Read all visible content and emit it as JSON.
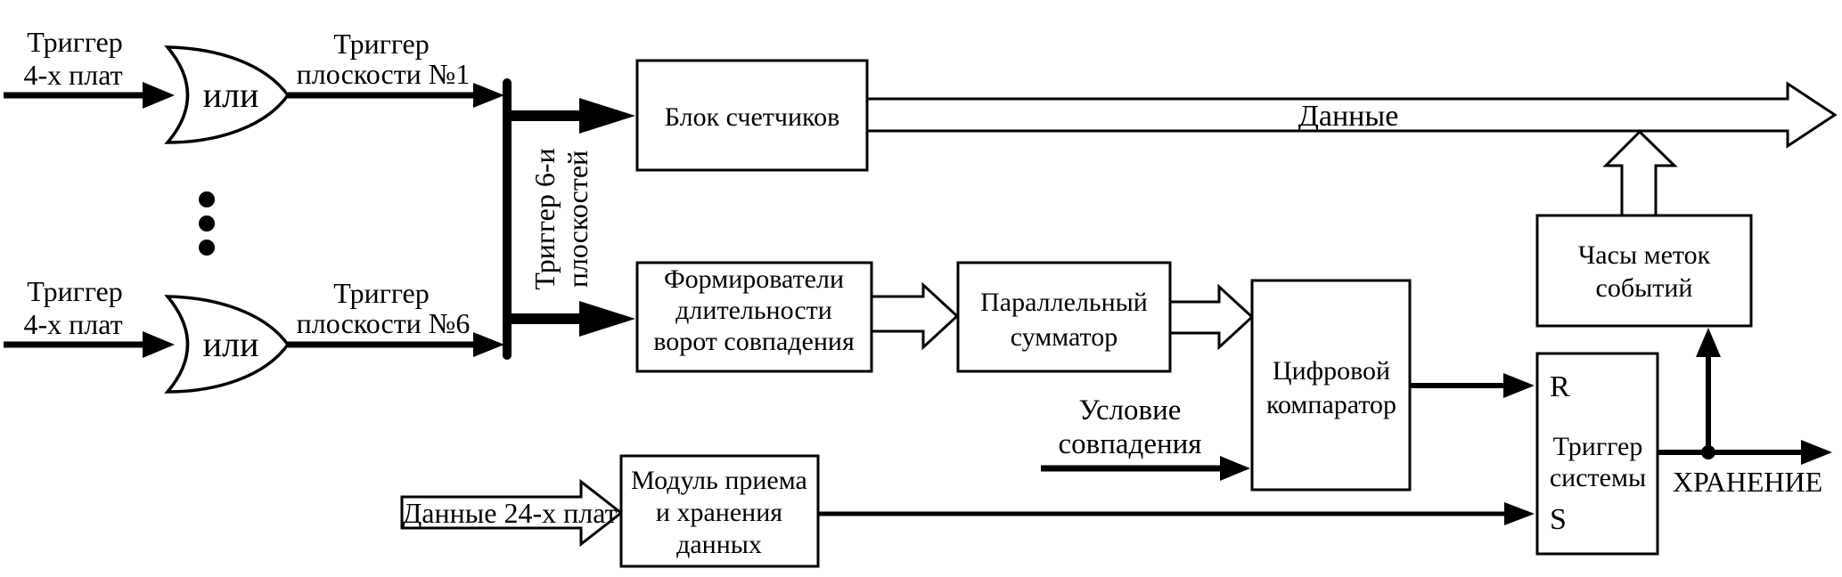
{
  "d": {
    "input_top": {
      "l1": "Триггер",
      "l2": "4-х плат"
    },
    "input_bottom": {
      "l1": "Триггер",
      "l2": "4-х плат"
    },
    "or_top": "или",
    "or_bottom": "или",
    "plane_top": {
      "l1": "Триггер",
      "l2": "плоскости №1"
    },
    "plane_bottom": {
      "l1": "Триггер",
      "l2": "плоскости №6"
    },
    "bus": {
      "l1": "Триггер 6-и",
      "l2": "плоскостей"
    },
    "counters": "Блок счетчиков",
    "data_bus": "Данные",
    "formers": {
      "l1": "Формирователи",
      "l2": "длительности",
      "l3": "ворот совпадения"
    },
    "adder": {
      "l1": "Параллельный",
      "l2": "сумматор"
    },
    "comparator": {
      "l1": "Цифровой",
      "l2": "компаратор"
    },
    "coincidence": {
      "l1": "Условие",
      "l2": "совпадения"
    },
    "clock": {
      "l1": "Часы меток",
      "l2": "событий"
    },
    "module": {
      "l1": "Модуль приема",
      "l2": "и хранения",
      "l3": "данных"
    },
    "data24": "Данные 24-х плат",
    "systrig": {
      "r": "R",
      "s": "S",
      "l1": "Триггер",
      "l2": "системы"
    },
    "storage": "ХРАНЕНИЕ",
    "colors": {
      "ink": "#000000",
      "paper": "#ffffff"
    }
  }
}
